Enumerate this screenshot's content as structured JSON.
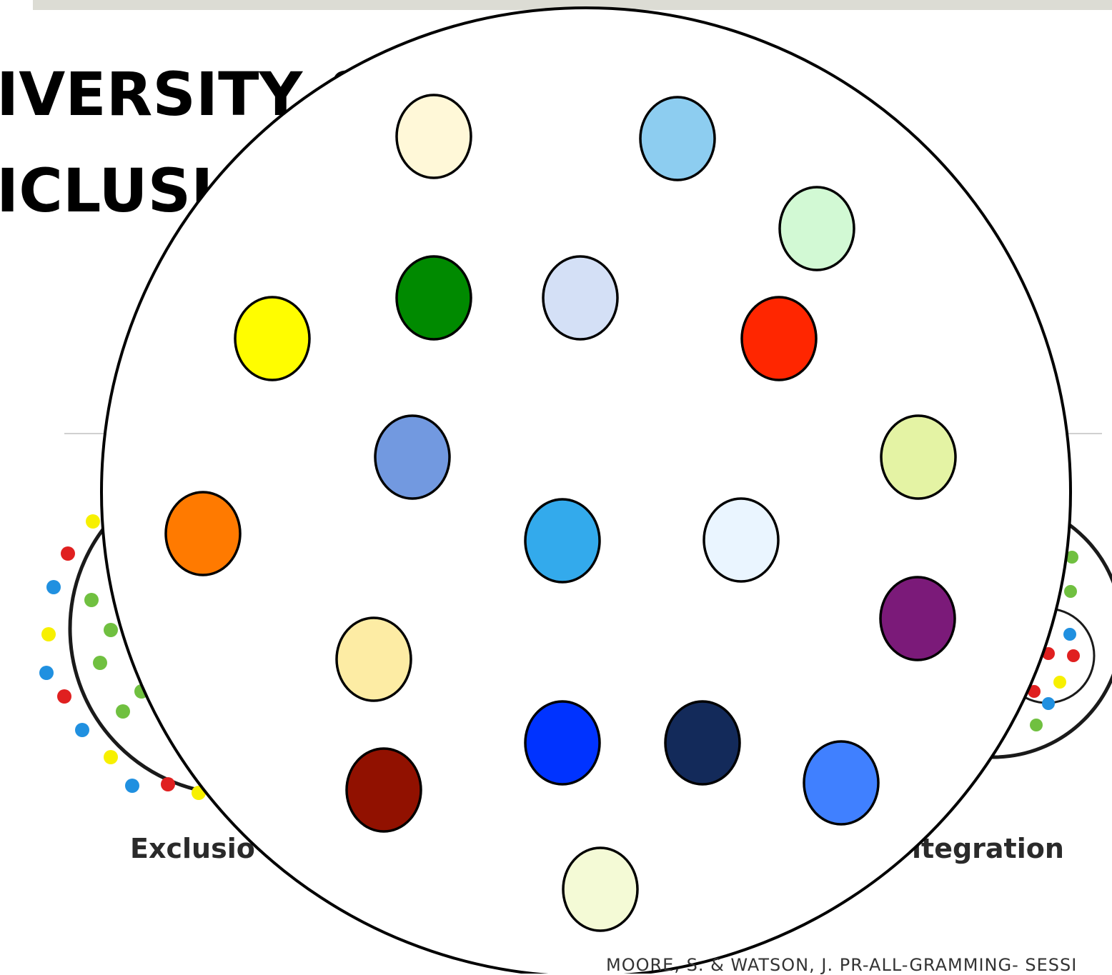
{
  "slide": {
    "title_line1": "IVERSITY &",
    "title_line2": "ICLUSION",
    "footer": "MOORE, S. & WATSON, J. PR-ALL-GRAMMING- SESSI"
  },
  "background_figure": {
    "left_label": "Exclusio",
    "right_label": "itegration"
  },
  "colors": {
    "circle_outline": "#000000",
    "palette": [
      "#fff8d8",
      "#8dcdf0",
      "#d2f9d4",
      "#008a00",
      "#d4e0f6",
      "#fffd00",
      "#ff2600",
      "#7299e0",
      "#e4f3a4",
      "#ff7a00",
      "#33aaec",
      "#eaf5ff",
      "#7b1a79",
      "#fdeca4",
      "#0033ff",
      "#132a5a",
      "#911100",
      "#4080ff",
      "#f4fad6"
    ]
  },
  "dots": [
    {
      "color": "#fff8d8"
    },
    {
      "color": "#8dcdf0"
    },
    {
      "color": "#d2f9d4"
    },
    {
      "color": "#008a00"
    },
    {
      "color": "#d4e0f6"
    },
    {
      "color": "#fffd00"
    },
    {
      "color": "#ff2600"
    },
    {
      "color": "#7299e0"
    },
    {
      "color": "#e4f3a4"
    },
    {
      "color": "#ff7a00"
    },
    {
      "color": "#33aaec"
    },
    {
      "color": "#eaf5ff"
    },
    {
      "color": "#7b1a79"
    },
    {
      "color": "#fdeca4"
    },
    {
      "color": "#0033ff"
    },
    {
      "color": "#132a5a"
    },
    {
      "color": "#911100"
    },
    {
      "color": "#4080ff"
    },
    {
      "color": "#f4fad6"
    }
  ]
}
